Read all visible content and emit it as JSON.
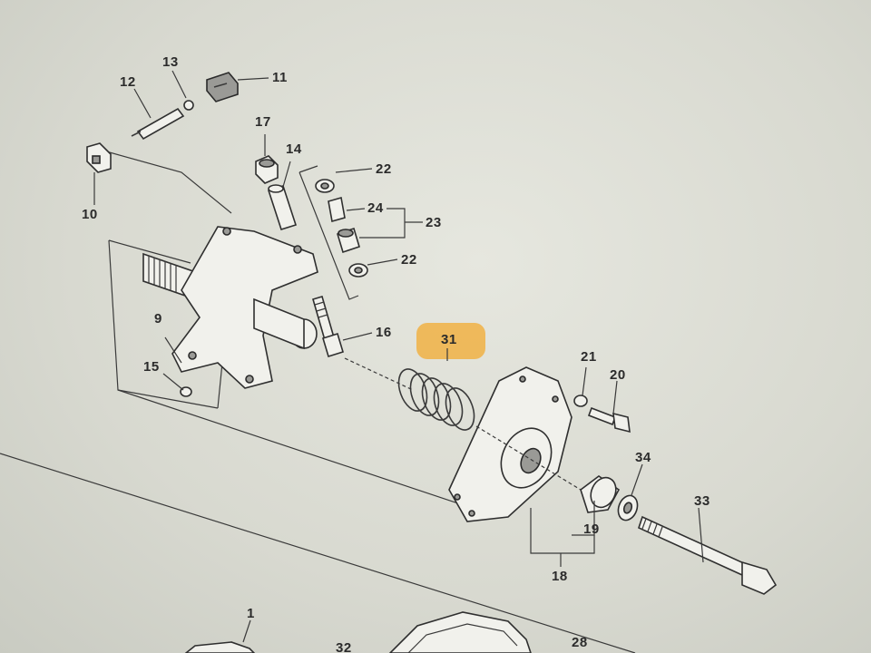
{
  "diagram": {
    "labels": {
      "p1": "1",
      "p9": "9",
      "p10": "10",
      "p11": "11",
      "p12": "12",
      "p13": "13",
      "p14": "14",
      "p15": "15",
      "p16": "16",
      "p17": "17",
      "p18": "18",
      "p19": "19",
      "p20": "20",
      "p21": "21",
      "p22a": "22",
      "p22b": "22",
      "p23": "23",
      "p24": "24",
      "p28": "28",
      "p31": "31",
      "p32": "32",
      "p33": "33",
      "p34": "34"
    },
    "highlight_color": "#f0b44c"
  }
}
